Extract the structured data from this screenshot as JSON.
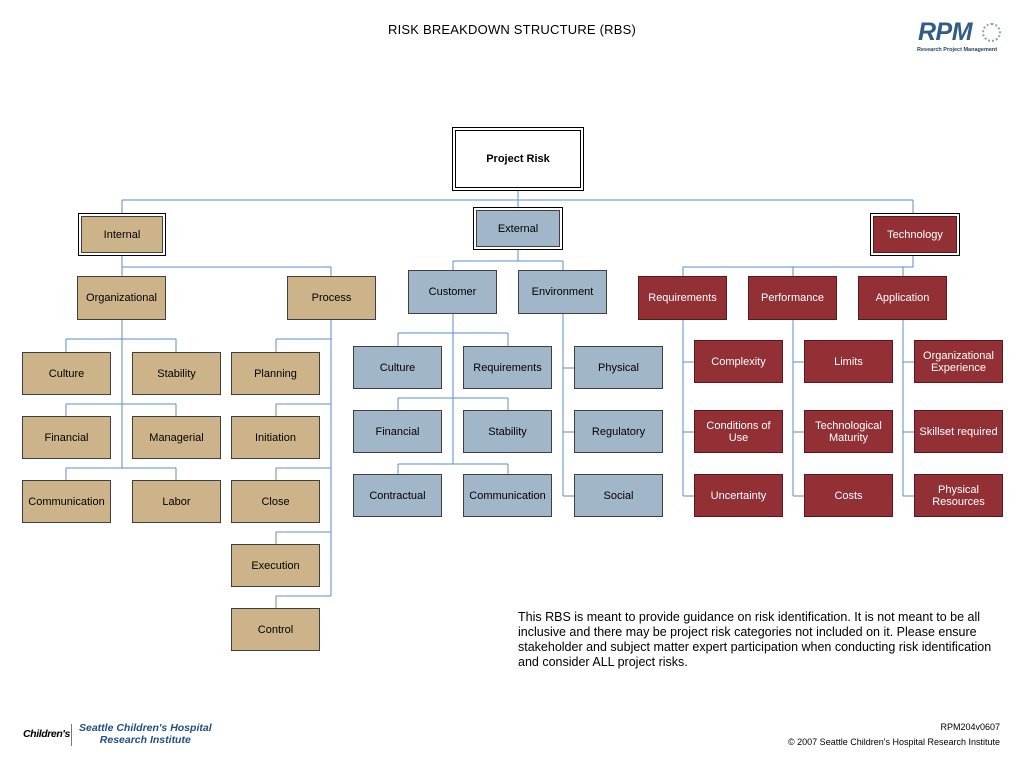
{
  "title": "RISK BREAKDOWN STRUCTURE (RBS)",
  "logo": {
    "mark": "RPM",
    "subtitle": "Research Project Management"
  },
  "rbs": {
    "root": "Project Risk",
    "internal": {
      "label": "Internal",
      "organizational": {
        "label": "Organizational",
        "items": [
          "Culture",
          "Stability",
          "Financial",
          "Managerial",
          "Communication",
          "Labor"
        ]
      },
      "process": {
        "label": "Process",
        "items": [
          "Planning",
          "Initiation",
          "Close",
          "Execution",
          "Control"
        ]
      }
    },
    "external": {
      "label": "External",
      "customer": {
        "label": "Customer",
        "items": [
          "Culture",
          "Requirements",
          "Financial",
          "Stability",
          "Contractual",
          "Communication"
        ]
      },
      "environment": {
        "label": "Environment",
        "items": [
          "Physical",
          "Regulatory",
          "Social"
        ]
      }
    },
    "technology": {
      "label": "Technology",
      "requirements": {
        "label": "Requirements",
        "items": [
          "Complexity",
          "Conditions of Use",
          "Uncertainty"
        ]
      },
      "performance": {
        "label": "Performance",
        "items": [
          "Limits",
          "Technological Maturity",
          "Costs"
        ]
      },
      "application": {
        "label": "Application",
        "items": [
          "Organizational Experience",
          "Skillset required",
          "Physical Resources"
        ]
      }
    }
  },
  "note": "This RBS is meant to provide guidance on risk identification.  It is not meant to be all inclusive and there may be project risk categories not included on it.  Please ensure stakeholder and subject matter expert participation when conducting risk identification and consider ALL project risks.",
  "footer": {
    "childrens_logo": "Children's",
    "institute_line1": "Seattle Children's Hospital",
    "institute_line2": "Research Institute",
    "doc_code": "RPM204v0607",
    "copyright": "© 2007 Seattle Children's Hospital Research Institute"
  }
}
